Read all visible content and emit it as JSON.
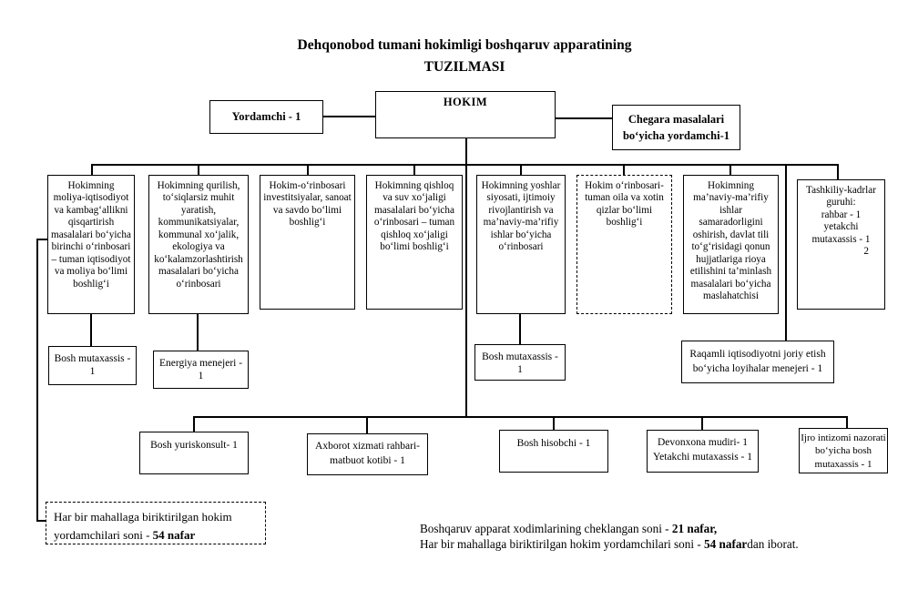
{
  "title": {
    "line1": "Dehqonobod tumani hokimligi boshqaruv apparatining",
    "line2": "TUZILMASI"
  },
  "top_row": {
    "yordamchi": "Yordamchi - 1",
    "hokim": "HOKIM",
    "chegara": "Chegara masalalari bo‘yicha yordamchi-1"
  },
  "deputies": [
    {
      "text": "Hokimning moliya-iqtisodiyot va kambag‘allikni qisqartirish masalalari bo‘yicha birinchi o‘rinbosari – tuman iqtisodiyot va moliya bo‘limi boshlig‘i"
    },
    {
      "text": "Hokimning qurilish, to‘siqlarsiz muhit yaratish, kommunikatsiyalar, kommunal xo‘jalik, ekologiya va ko‘kalamzorlashtirish masalalari bo‘yicha o‘rinbosari"
    },
    {
      "text": "Hokim-o‘rinbosari investitsiyalar, sanoat va savdo bo‘limi boshlig‘i"
    },
    {
      "text": "Hokimning qishloq va suv xo‘jaligi masalalari bo‘yicha o‘rinbosari – tuman qishloq xo‘jaligi bo‘limi boshlig‘i"
    },
    {
      "text": "Hokimning yoshlar siyosati, ijtimoiy rivojlantirish va ma’naviy-ma’rifiy ishlar bo‘yicha o‘rinbosari"
    },
    {
      "text": "Hokim o‘rinbosari- tuman oila va xotin qizlar  bo‘limi boshlig‘i"
    },
    {
      "text": "Hokimning ma’naviy-ma’rifiy ishlar samaradorligini oshirish, davlat tili to‘g‘risidagi qonun hujjatlariga rioya etilishini ta’minlash masalalari bo‘yicha maslahatchisi"
    },
    {
      "lines": [
        "Tashkiliy-kadrlar",
        "guruhi:",
        "rahbar - 1",
        "yetakchi",
        "mutaxassis - 1"
      ],
      "extra": "2"
    }
  ],
  "staff_row": [
    {
      "text": "Bosh mutaxassis - 1"
    },
    {
      "text": "Energiya menejeri - 1"
    },
    {
      "text": "Bosh mutaxassis - 1"
    },
    {
      "text": "Raqamli iqtisodiyotni joriy etish bo‘yicha loyihalar menejeri - 1"
    }
  ],
  "bottom_row": [
    {
      "text": "Bosh yuriskonsult- 1"
    },
    {
      "text": "Axborot xizmati rahbari- matbuot kotibi - 1"
    },
    {
      "text": "Bosh hisobchi - 1"
    },
    {
      "line1": "Devonxona mudiri- 1",
      "line2": "Yetakchi mutaxassis - 1"
    },
    {
      "text": "Ijro intizomi nazorati bo‘yicha bosh mutaxassis - 1"
    }
  ],
  "mahalla_note": {
    "prefix": "Har bir mahallaga biriktirilgan hokim yordamchilari soni - ",
    "bold": "54 nafar"
  },
  "footer": {
    "line1_prefix": "Boshqaruv apparat xodimlarining cheklangan soni - ",
    "line1_bold": "21 nafar,",
    "line2_prefix": "Har bir mahallaga biriktirilgan hokim yordamchilari soni - ",
    "line2_bold": "54 nafar",
    "line2_suffix": "dan iborat."
  }
}
